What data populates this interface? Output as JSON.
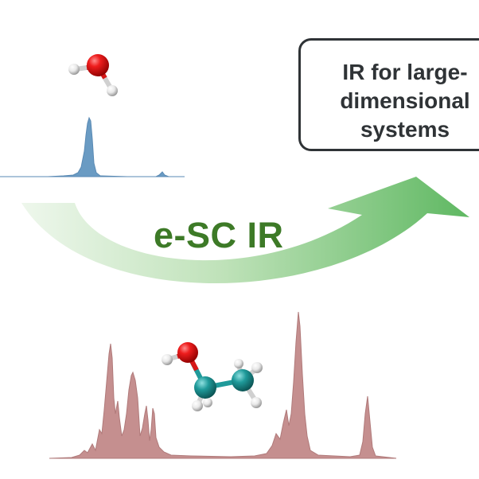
{
  "callout": {
    "lines": [
      "IR for large-",
      "dimensional",
      "systems"
    ]
  },
  "method": {
    "label": "e-SC IR"
  },
  "colors": {
    "small_spectrum": "#6a9bc3",
    "large_spectrum": "#c58f8f",
    "arrow_start": "#e7f4e3",
    "arrow_end": "#66bc6a",
    "method_text": "#3d7a27",
    "oxygen": "#e2121b",
    "hydrogen": "#e6e6e6",
    "carbon": "#1f9a9a",
    "callout_border": "#2f3336"
  },
  "molecules": {
    "small": "water",
    "large": "ethanol"
  }
}
